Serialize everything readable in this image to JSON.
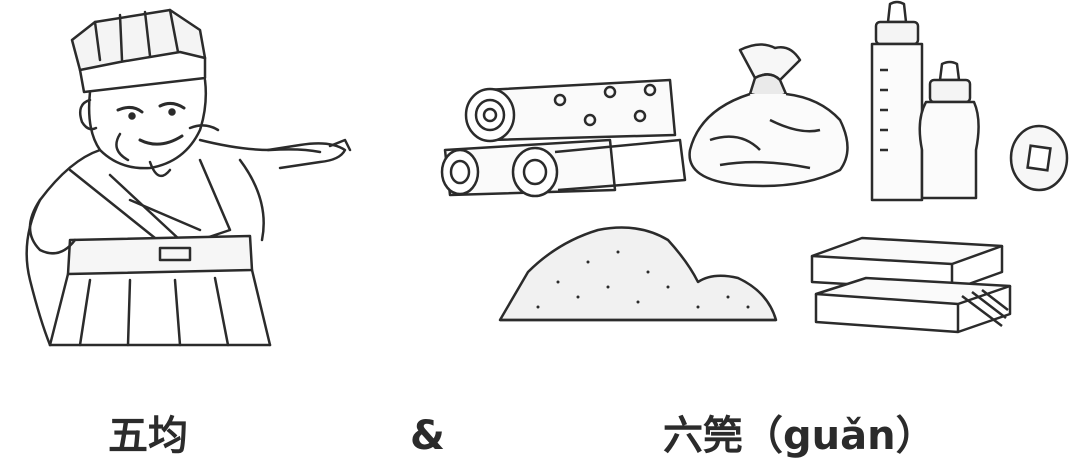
{
  "captions": {
    "left": "五均",
    "middle": "&",
    "right": "六筦（guǎn）"
  },
  "colors": {
    "ink": "#2b2b2b",
    "background": "#ffffff",
    "shade": "#d9d9d9"
  },
  "figures": [
    "official-figure",
    "cloth-bolts",
    "tied-sack",
    "large-bottle",
    "small-bottle",
    "square-hole-coin",
    "salt-pile",
    "iron-bars"
  ]
}
